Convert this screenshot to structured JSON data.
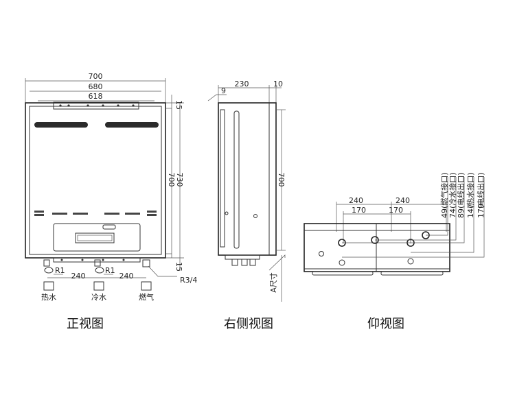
{
  "front": {
    "title": "正视图",
    "dim_width_outer": "700",
    "dim_width_mid": "680",
    "dim_width_inner": "618",
    "dim_height": "700",
    "dim_height_total": "730",
    "dim_top": "15",
    "dim_bottom": "15",
    "dim_pipe_left": "240",
    "dim_pipe_right": "240",
    "r1_left": "R1",
    "r1_right": "R1",
    "r_gas": "R3/4",
    "label_hot": "热水",
    "label_cold": "冷水",
    "label_gas": "燃气"
  },
  "side": {
    "title": "右侧视图",
    "dim_depth": "230",
    "dim_front": "10",
    "dim_offset": "9",
    "dim_height": "700",
    "dim_a": "A尺寸"
  },
  "bottom": {
    "title": "仰视图",
    "dim_240_left": "240",
    "dim_240_right": "240",
    "dim_170_left": "170",
    "dim_170_right": "170",
    "offsets": [
      "49",
      "74",
      "89",
      "147",
      "179"
    ],
    "offset_labels": [
      "(燃气接口)",
      "(冷水接口)",
      "(电线出口)",
      "(热水接口)",
      "(电线出口)"
    ]
  }
}
